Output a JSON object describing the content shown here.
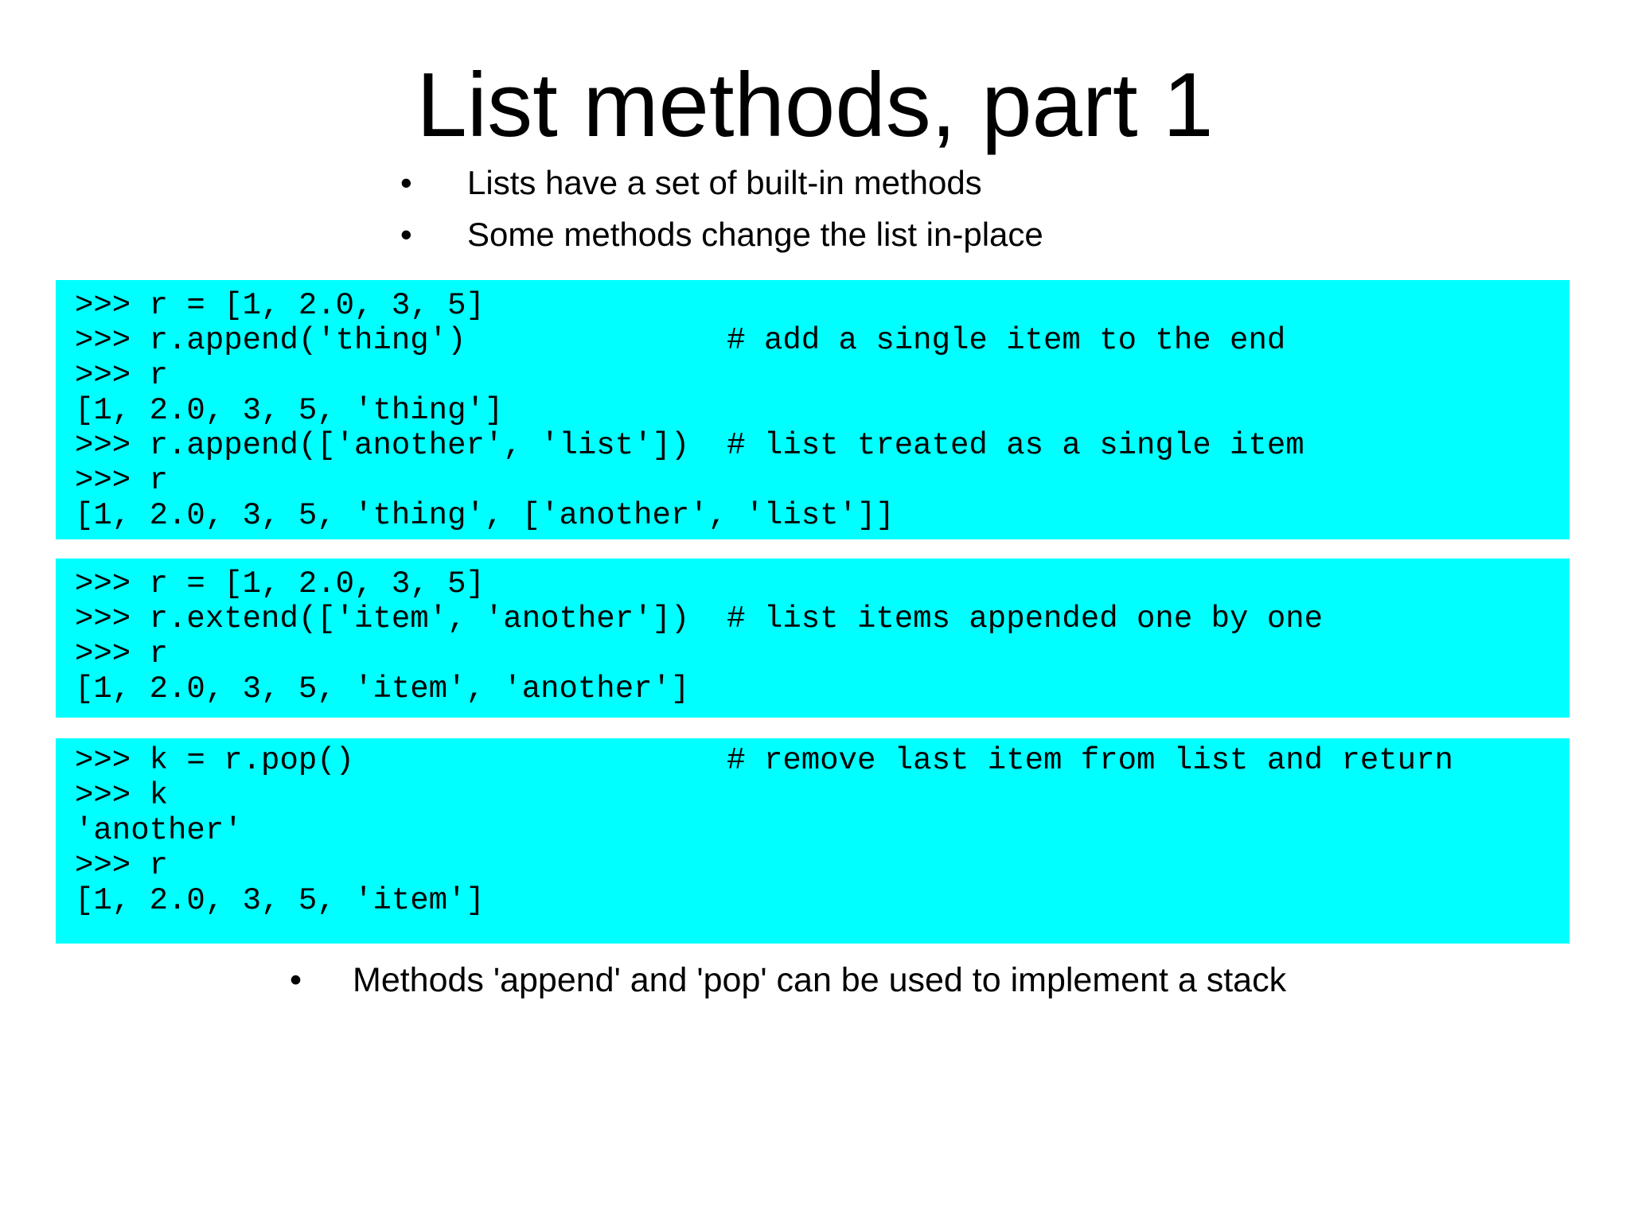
{
  "slide": {
    "title": "List methods, part 1",
    "bullet_glyph": "•",
    "top_bullets": [
      "Lists have a set of built-in methods",
      "Some methods change the list in-place"
    ],
    "bottom_bullet": "Methods 'append' and 'pop' can be used to implement a stack",
    "colors": {
      "page_background": "#ffffff",
      "code_block_background": "#00ffff",
      "text": "#000000"
    },
    "code_blocks": [
      {
        "name": "append-example",
        "lines": [
          ">>> r = [1, 2.0, 3, 5]",
          ">>> r.append('thing')              # add a single item to the end",
          ">>> r",
          "[1, 2.0, 3, 5, 'thing']",
          ">>> r.append(['another', 'list'])  # list treated as a single item",
          ">>> r",
          "[1, 2.0, 3, 5, 'thing', ['another', 'list']]"
        ]
      },
      {
        "name": "extend-example",
        "lines": [
          ">>> r = [1, 2.0, 3, 5]",
          ">>> r.extend(['item', 'another'])  # list items appended one by one",
          ">>> r",
          "[1, 2.0, 3, 5, 'item', 'another']"
        ]
      },
      {
        "name": "pop-example",
        "lines": [
          ">>> k = r.pop()                    # remove last item from list and return",
          ">>> k",
          "'another'",
          ">>> r",
          "[1, 2.0, 3, 5, 'item']"
        ]
      }
    ]
  }
}
